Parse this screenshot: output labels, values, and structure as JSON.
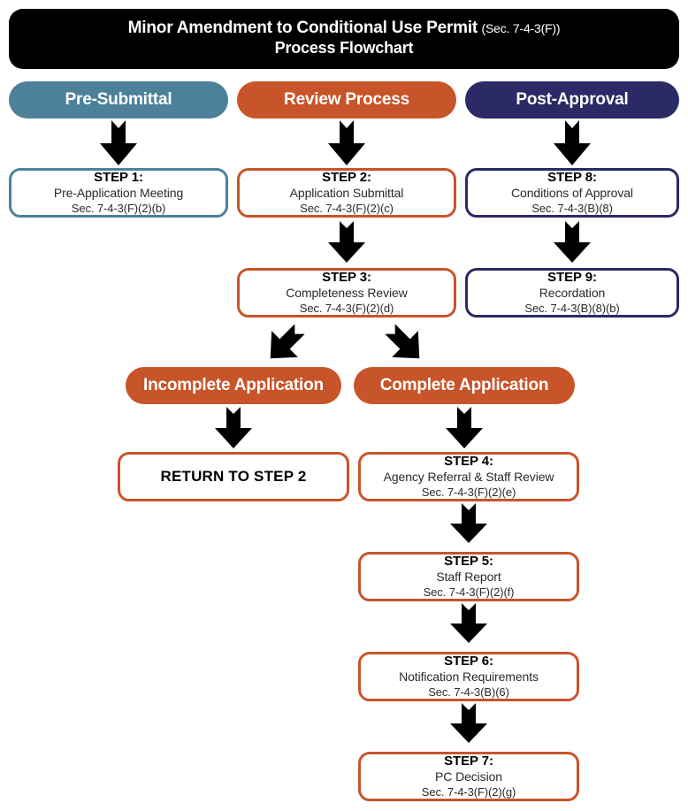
{
  "header": {
    "title_main": "Minor Amendment to Conditional Use Permit",
    "title_section": "(Sec. 7-4-3(F))",
    "title_sub": "Process Flowchart",
    "background_color": "#000000",
    "text_color": "#ffffff"
  },
  "colors": {
    "teal": "#4d8199",
    "orange": "#c8542a",
    "navy": "#2b2a66",
    "arrow": "#000000",
    "page_background": "#ffffff"
  },
  "columns": [
    {
      "id": "pre-submittal",
      "label": "Pre-Submittal",
      "color": "#4d8199"
    },
    {
      "id": "review-process",
      "label": "Review Process",
      "color": "#c8542a"
    },
    {
      "id": "post-approval",
      "label": "Post-Approval",
      "color": "#2b2a66"
    }
  ],
  "steps": [
    {
      "id": "step-1",
      "title": "STEP 1:",
      "subtitle": "Pre-Application Meeting",
      "section": "Sec. 7-4-3(F)(2)(b)",
      "column": "pre-submittal",
      "color": "#4d8199"
    },
    {
      "id": "step-2",
      "title": "STEP 2:",
      "subtitle": "Application Submittal",
      "section": "Sec. 7-4-3(F)(2)(c)",
      "column": "review-process",
      "color": "#c8542a"
    },
    {
      "id": "step-3",
      "title": "STEP 3:",
      "subtitle": "Completeness Review",
      "section": "Sec. 7-4-3(F)(2)(d)",
      "column": "review-process",
      "color": "#c8542a"
    },
    {
      "id": "step-4",
      "title": "STEP 4:",
      "subtitle": "Agency Referral & Staff Review",
      "section": "Sec. 7-4-3(F)(2)(e)",
      "column": "review-process",
      "color": "#c8542a"
    },
    {
      "id": "step-5",
      "title": "STEP 5:",
      "subtitle": "Staff Report",
      "section": "Sec. 7-4-3(F)(2)(f)",
      "column": "review-process",
      "color": "#c8542a"
    },
    {
      "id": "step-6",
      "title": "STEP 6:",
      "subtitle": "Notification Requirements",
      "section": "Sec. 7-4-3(B)(6)",
      "column": "review-process",
      "color": "#c8542a"
    },
    {
      "id": "step-7",
      "title": "STEP 7:",
      "subtitle": "PC Decision",
      "section": "Sec. 7-4-3(F)(2)(g)",
      "column": "review-process",
      "color": "#c8542a"
    },
    {
      "id": "step-8",
      "title": "STEP 8:",
      "subtitle": "Conditions of Approval",
      "section": "Sec. 7-4-3(B)(8)",
      "column": "post-approval",
      "color": "#2b2a66"
    },
    {
      "id": "step-9",
      "title": "STEP 9:",
      "subtitle": "Recordation",
      "section": "Sec. 7-4-3(B)(8)(b)",
      "column": "post-approval",
      "color": "#2b2a66"
    }
  ],
  "decision": {
    "incomplete_label": "Incomplete Application",
    "complete_label": "Complete Application",
    "return_label": "RETURN TO STEP 2",
    "color": "#c8542a"
  },
  "arrows": [
    {
      "id": "arrow-pre-submittal-to-step-1",
      "direction": "down"
    },
    {
      "id": "arrow-review-process-to-step-2",
      "direction": "down"
    },
    {
      "id": "arrow-post-approval-to-step-8",
      "direction": "down"
    },
    {
      "id": "arrow-step-2-to-step-3",
      "direction": "down"
    },
    {
      "id": "arrow-step-8-to-step-9",
      "direction": "down"
    },
    {
      "id": "arrow-step-3-to-incomplete",
      "direction": "down-left"
    },
    {
      "id": "arrow-step-3-to-complete",
      "direction": "down-right"
    },
    {
      "id": "arrow-incomplete-to-return",
      "direction": "down"
    },
    {
      "id": "arrow-complete-to-step-4",
      "direction": "down"
    },
    {
      "id": "arrow-step-4-to-step-5",
      "direction": "down"
    },
    {
      "id": "arrow-step-5-to-step-6",
      "direction": "down"
    },
    {
      "id": "arrow-step-6-to-step-7",
      "direction": "down"
    }
  ]
}
